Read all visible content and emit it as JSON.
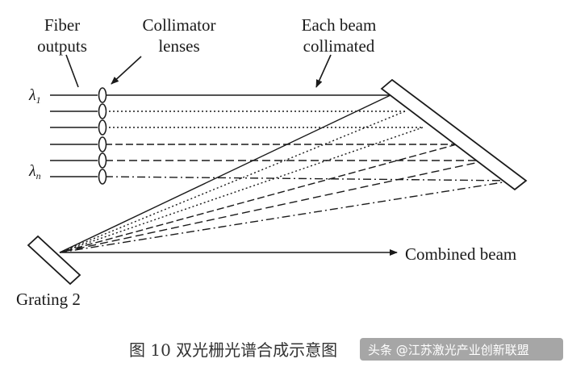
{
  "labels": {
    "fiber_outputs_line1": "Fiber",
    "fiber_outputs_line2": "outputs",
    "collimator_line1": "Collimator",
    "collimator_line2": "lenses",
    "each_beam_line1": "Each beam",
    "each_beam_line2": "collimated",
    "lambda_first_base": "λ",
    "lambda_first_sub": "1",
    "lambda_last_base": "λ",
    "lambda_last_sub": "n",
    "combined_beam": "Combined beam",
    "grating_2": "Grating 2"
  },
  "caption": "图 10 双光栅光谱合成示意图",
  "watermark": "头条 @江苏激光产业创新联盟"
}
